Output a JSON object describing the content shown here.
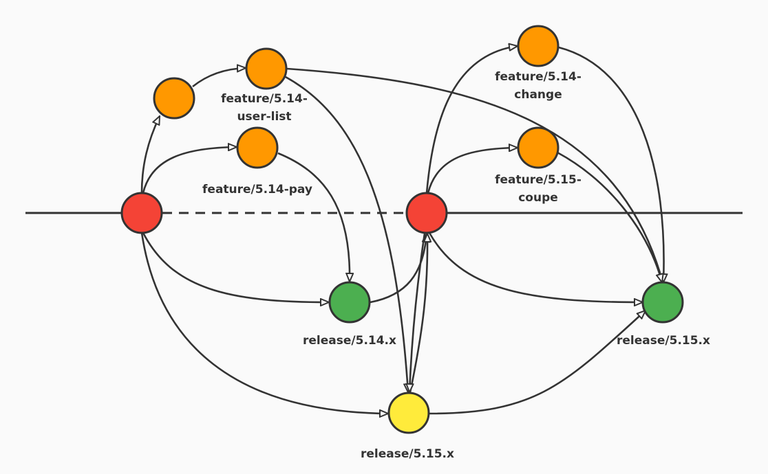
{
  "diagram": {
    "title": "Git branch flow",
    "colors": {
      "line": "#333333",
      "master": "#f44336",
      "feature": "#ff9800",
      "release": "#4caf50",
      "test": "#ffeb3b"
    },
    "nodes": [
      {
        "id": "master-1",
        "kind": "master",
        "label": []
      },
      {
        "id": "feature-a",
        "kind": "feature",
        "label": []
      },
      {
        "id": "feature-user-list",
        "kind": "feature",
        "label": [
          "feature/5.14-",
          "user-list"
        ]
      },
      {
        "id": "feature-pay",
        "kind": "feature",
        "label": [
          "feature/5.14-pay"
        ]
      },
      {
        "id": "master-2",
        "kind": "master",
        "label": []
      },
      {
        "id": "feature-change",
        "kind": "feature",
        "label": [
          "feature/5.14-",
          "change"
        ]
      },
      {
        "id": "feature-coupe",
        "kind": "feature",
        "label": [
          "feature/5.15-",
          "coupe"
        ]
      },
      {
        "id": "release-5-14",
        "kind": "release",
        "label": [
          "release/5.14.x"
        ]
      },
      {
        "id": "release-5-15",
        "kind": "release",
        "label": [
          "release/5.15.x"
        ]
      },
      {
        "id": "release-5-15-test",
        "kind": "test",
        "label": [
          "release/5.15.x"
        ]
      }
    ],
    "edges": [
      {
        "from": "master-1",
        "to": "feature-a"
      },
      {
        "from": "feature-a",
        "to": "feature-user-list"
      },
      {
        "from": "master-1",
        "to": "feature-pay"
      },
      {
        "from": "feature-pay",
        "to": "release-5-14"
      },
      {
        "from": "master-1",
        "to": "release-5-14"
      },
      {
        "from": "master-1",
        "to": "release-5-15-test"
      },
      {
        "from": "feature-user-list",
        "to": "release-5-15-test"
      },
      {
        "from": "feature-user-list",
        "to": "release-5-15"
      },
      {
        "from": "release-5-14",
        "to": "master-2"
      },
      {
        "from": "release-5-15-test",
        "to": "master-2"
      },
      {
        "from": "master-2",
        "to": "release-5-15-test"
      },
      {
        "from": "master-2",
        "to": "feature-change"
      },
      {
        "from": "master-2",
        "to": "feature-coupe"
      },
      {
        "from": "master-2",
        "to": "release-5-15"
      },
      {
        "from": "feature-change",
        "to": "release-5-15"
      },
      {
        "from": "feature-coupe",
        "to": "release-5-15"
      },
      {
        "from": "release-5-15-test",
        "to": "release-5-15"
      }
    ],
    "mainline": {
      "segments": [
        "solid",
        "dashed",
        "solid"
      ]
    }
  }
}
